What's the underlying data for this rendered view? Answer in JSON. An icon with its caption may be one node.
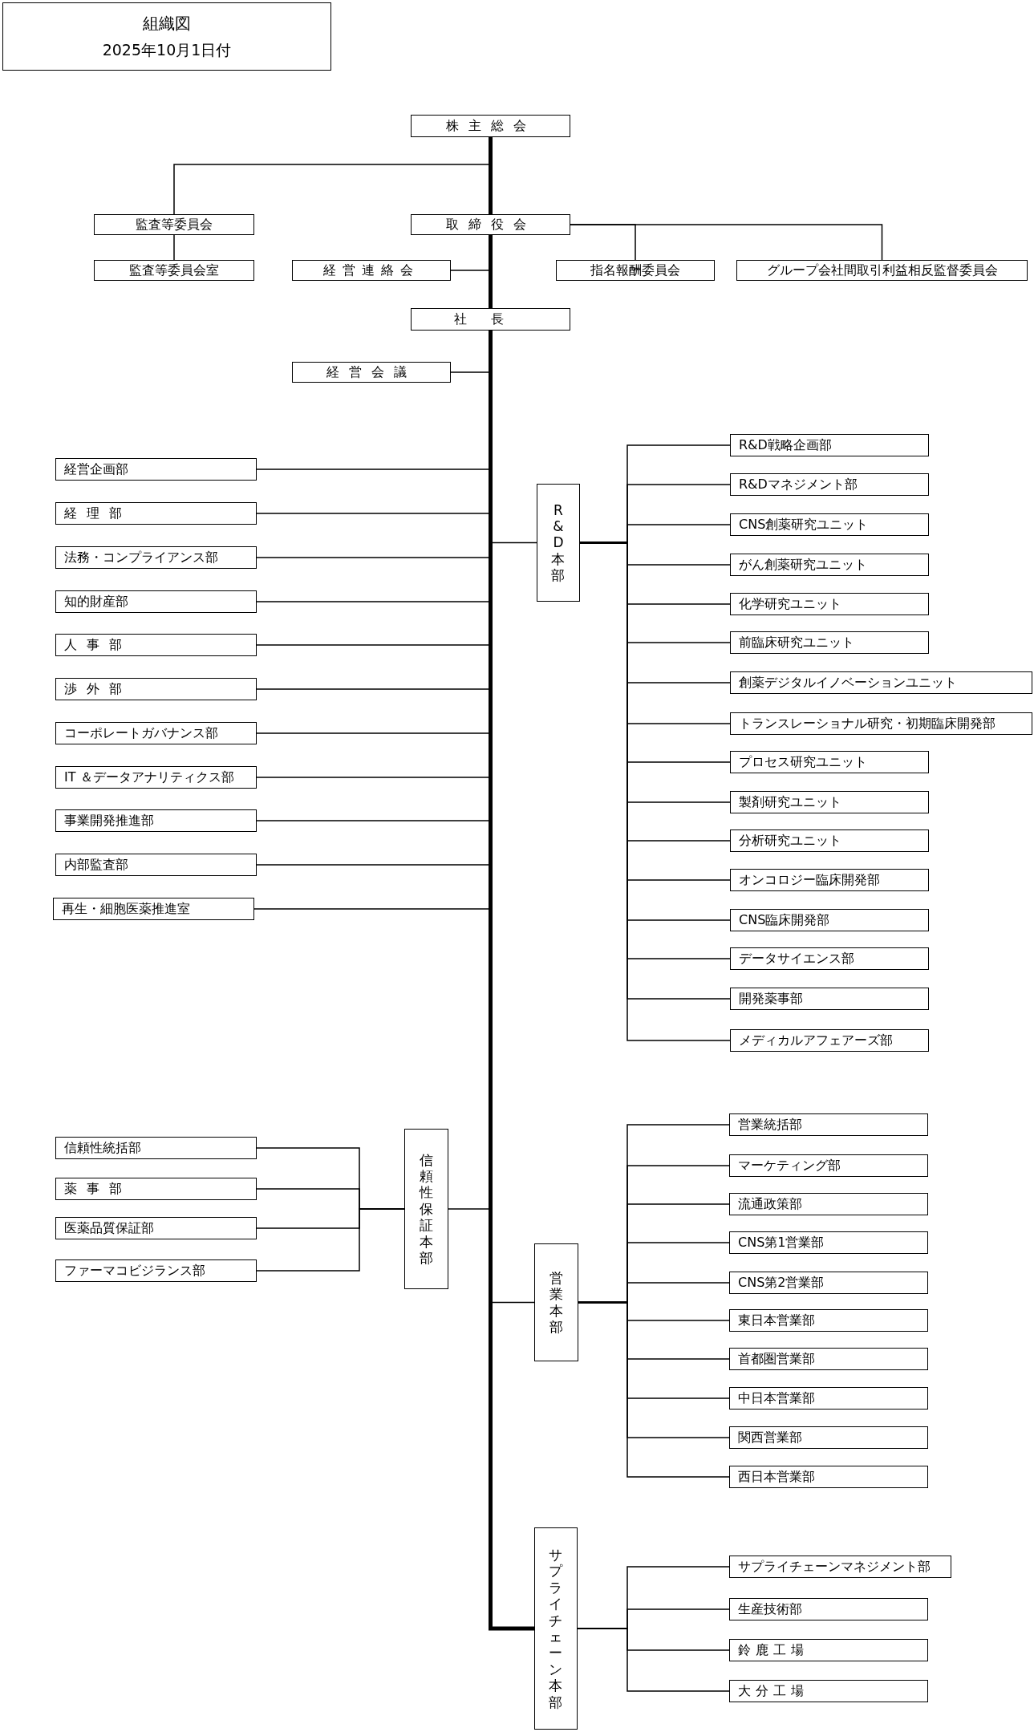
{
  "diagram": {
    "nodes": [
      {
        "text": [
          "組織図",
          "2025年10月1日付"
        ]
      },
      {
        "text": [
          "株主総会"
        ]
      },
      {
        "text": [
          "監査等委員会"
        ]
      },
      {
        "text": [
          "取締役会"
        ]
      },
      {
        "text": [
          "監査等委員会室"
        ]
      },
      {
        "text": [
          "経営連絡会"
        ]
      },
      {
        "text": [
          "指名報酬委員会"
        ]
      },
      {
        "text": [
          "グループ会社間取引利益相反監督委員会"
        ]
      },
      {
        "text": [
          "社長"
        ]
      },
      {
        "text": [
          "経営会議"
        ]
      },
      {
        "text": [
          "経営企画部"
        ]
      },
      {
        "text": [
          "経理部"
        ]
      },
      {
        "text": [
          "法務・コンプライアンス部"
        ]
      },
      {
        "text": [
          "知的財産部"
        ]
      },
      {
        "text": [
          "人事部"
        ]
      },
      {
        "text": [
          "渉外部"
        ]
      },
      {
        "text": [
          "コーポレートガバナンス部"
        ]
      },
      {
        "text": [
          "IT ＆データアナリティクス部"
        ]
      },
      {
        "text": [
          "事業開発推進部"
        ]
      },
      {
        "text": [
          "内部監査部"
        ]
      },
      {
        "text": [
          "再生・細胞医薬推進室"
        ]
      },
      {
        "text": [
          "R&D本部"
        ]
      },
      {
        "text": [
          "R&D戦略企画部"
        ]
      },
      {
        "text": [
          "R&Dマネジメント部"
        ]
      },
      {
        "text": [
          "CNS創薬研究ユニット"
        ]
      },
      {
        "text": [
          "がん創薬研究ユニット"
        ]
      },
      {
        "text": [
          "化学研究ユニット"
        ]
      },
      {
        "text": [
          "前臨床研究ユニット"
        ]
      },
      {
        "text": [
          "創薬デジタルイノベーションユニット"
        ]
      },
      {
        "text": [
          "トランスレーショナル研究・初期臨床開発部"
        ]
      },
      {
        "text": [
          "プロセス研究ユニット"
        ]
      },
      {
        "text": [
          "製剤研究ユニット"
        ]
      },
      {
        "text": [
          "分析研究ユニット"
        ]
      },
      {
        "text": [
          "オンコロジー臨床開発部"
        ]
      },
      {
        "text": [
          "CNS臨床開発部"
        ]
      },
      {
        "text": [
          "データサイエンス部"
        ]
      },
      {
        "text": [
          "開発薬事部"
        ]
      },
      {
        "text": [
          "メディカルアフェアーズ部"
        ]
      },
      {
        "text": [
          "信頼性保証本部"
        ]
      },
      {
        "text": [
          "信頼性統括部"
        ]
      },
      {
        "text": [
          "薬事部"
        ]
      },
      {
        "text": [
          "医薬品質保証部"
        ]
      },
      {
        "text": [
          "ファーマコビジランス部"
        ]
      },
      {
        "text": [
          "営業本部"
        ]
      },
      {
        "text": [
          "営業統括部"
        ]
      },
      {
        "text": [
          "マーケティング部"
        ]
      },
      {
        "text": [
          "流通政策部"
        ]
      },
      {
        "text": [
          "CNS第1営業部"
        ]
      },
      {
        "text": [
          "CNS第2営業部"
        ]
      },
      {
        "text": [
          "東日本営業部"
        ]
      },
      {
        "text": [
          "首都圏営業部"
        ]
      },
      {
        "text": [
          "中日本営業部"
        ]
      },
      {
        "text": [
          "関西営業部"
        ]
      },
      {
        "text": [
          "西日本営業部"
        ]
      },
      {
        "text": [
          "サプライチェーン本部"
        ]
      },
      {
        "text": [
          "サプライチェーンマネジメント部"
        ]
      },
      {
        "text": [
          "生産技術部"
        ]
      },
      {
        "text": [
          "鈴鹿工場"
        ]
      },
      {
        "text": [
          "大分工場"
        ]
      }
    ],
    "edges": [
      {
        "from": 1,
        "to": 3,
        "arrow": "none",
        "style": "thick"
      },
      {
        "from": 1,
        "to": 2,
        "arrow": "none"
      },
      {
        "from": 2,
        "to": 4,
        "arrow": "none"
      },
      {
        "from": 3,
        "to": 5,
        "arrow": "none"
      },
      {
        "from": 3,
        "to": 6,
        "arrow": "none"
      },
      {
        "from": 3,
        "to": 7,
        "arrow": "none"
      },
      {
        "from": 3,
        "to": 8,
        "arrow": "none",
        "style": "thick"
      },
      {
        "from": 8,
        "to": 9,
        "arrow": "none"
      },
      {
        "from": 8,
        "to": 10,
        "arrow": "none"
      },
      {
        "from": 8,
        "to": 11,
        "arrow": "none"
      },
      {
        "from": 8,
        "to": 12,
        "arrow": "none"
      },
      {
        "from": 8,
        "to": 13,
        "arrow": "none"
      },
      {
        "from": 8,
        "to": 14,
        "arrow": "none"
      },
      {
        "from": 8,
        "to": 15,
        "arrow": "none"
      },
      {
        "from": 8,
        "to": 16,
        "arrow": "none"
      },
      {
        "from": 8,
        "to": 17,
        "arrow": "none"
      },
      {
        "from": 8,
        "to": 18,
        "arrow": "none"
      },
      {
        "from": 8,
        "to": 19,
        "arrow": "none"
      },
      {
        "from": 8,
        "to": 20,
        "arrow": "none"
      },
      {
        "from": 8,
        "to": 21,
        "arrow": "none"
      },
      {
        "from": 21,
        "to": 22,
        "arrow": "none"
      },
      {
        "from": 21,
        "to": 23,
        "arrow": "none"
      },
      {
        "from": 21,
        "to": 24,
        "arrow": "none"
      },
      {
        "from": 21,
        "to": 25,
        "arrow": "none"
      },
      {
        "from": 21,
        "to": 26,
        "arrow": "none"
      },
      {
        "from": 21,
        "to": 27,
        "arrow": "none"
      },
      {
        "from": 21,
        "to": 28,
        "arrow": "none"
      },
      {
        "from": 21,
        "to": 29,
        "arrow": "none"
      },
      {
        "from": 21,
        "to": 30,
        "arrow": "none"
      },
      {
        "from": 21,
        "to": 31,
        "arrow": "none"
      },
      {
        "from": 21,
        "to": 32,
        "arrow": "none"
      },
      {
        "from": 21,
        "to": 33,
        "arrow": "none"
      },
      {
        "from": 21,
        "to": 34,
        "arrow": "none"
      },
      {
        "from": 21,
        "to": 35,
        "arrow": "none"
      },
      {
        "from": 21,
        "to": 36,
        "arrow": "none"
      },
      {
        "from": 21,
        "to": 37,
        "arrow": "none"
      },
      {
        "from": 8,
        "to": 38,
        "arrow": "none"
      },
      {
        "from": 38,
        "to": 39,
        "arrow": "none"
      },
      {
        "from": 38,
        "to": 40,
        "arrow": "none"
      },
      {
        "from": 38,
        "to": 41,
        "arrow": "none"
      },
      {
        "from": 38,
        "to": 42,
        "arrow": "none"
      },
      {
        "from": 8,
        "to": 43,
        "arrow": "none"
      },
      {
        "from": 43,
        "to": 44,
        "arrow": "none"
      },
      {
        "from": 43,
        "to": 45,
        "arrow": "none"
      },
      {
        "from": 43,
        "to": 46,
        "arrow": "none"
      },
      {
        "from": 43,
        "to": 47,
        "arrow": "none"
      },
      {
        "from": 43,
        "to": 48,
        "arrow": "none"
      },
      {
        "from": 43,
        "to": 49,
        "arrow": "none"
      },
      {
        "from": 43,
        "to": 50,
        "arrow": "none"
      },
      {
        "from": 43,
        "to": 51,
        "arrow": "none"
      },
      {
        "from": 43,
        "to": 52,
        "arrow": "none"
      },
      {
        "from": 43,
        "to": 53,
        "arrow": "none"
      },
      {
        "from": 8,
        "to": 54,
        "arrow": "none",
        "style": "thick"
      },
      {
        "from": 54,
        "to": 55,
        "arrow": "none"
      },
      {
        "from": 54,
        "to": 56,
        "arrow": "none"
      },
      {
        "from": 54,
        "to": 57,
        "arrow": "none"
      },
      {
        "from": 54,
        "to": 58,
        "arrow": "none"
      }
    ]
  }
}
